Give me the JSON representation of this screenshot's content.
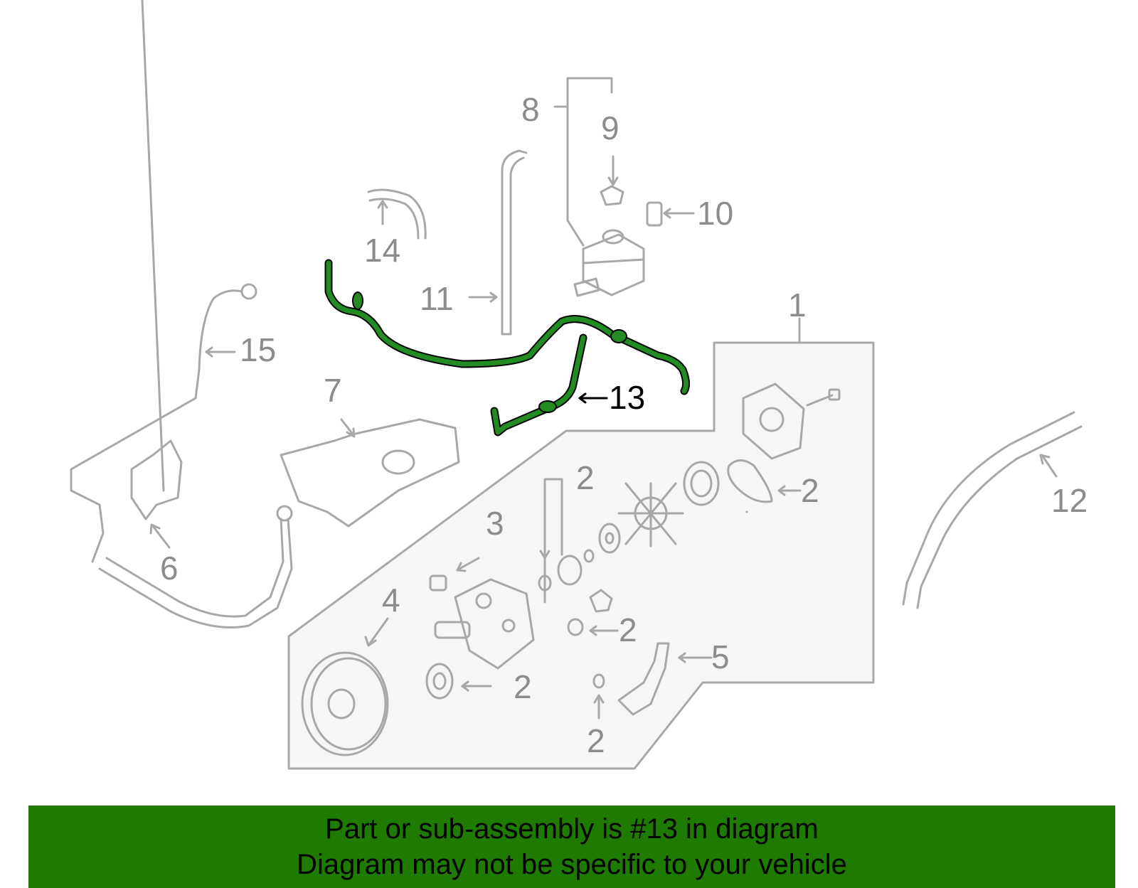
{
  "labels": {
    "l1": "1",
    "l2": "2",
    "l3": "3",
    "l4": "4",
    "l5": "5",
    "l6": "6",
    "l7": "7",
    "l8": "8",
    "l9": "9",
    "l10": "10",
    "l11": "11",
    "l12": "12",
    "l13": "13",
    "l14": "14",
    "l15": "15"
  },
  "banner": {
    "line1": "Part or sub-assembly is #13 in diagram",
    "line2": "Diagram may not be specific to your vehicle"
  },
  "colors": {
    "highlight": "#228b22",
    "banner_bg": "#1f7a00",
    "line": "#a8a8a8",
    "panel_bg": "#f6f6f6"
  },
  "highlighted_part": "13"
}
